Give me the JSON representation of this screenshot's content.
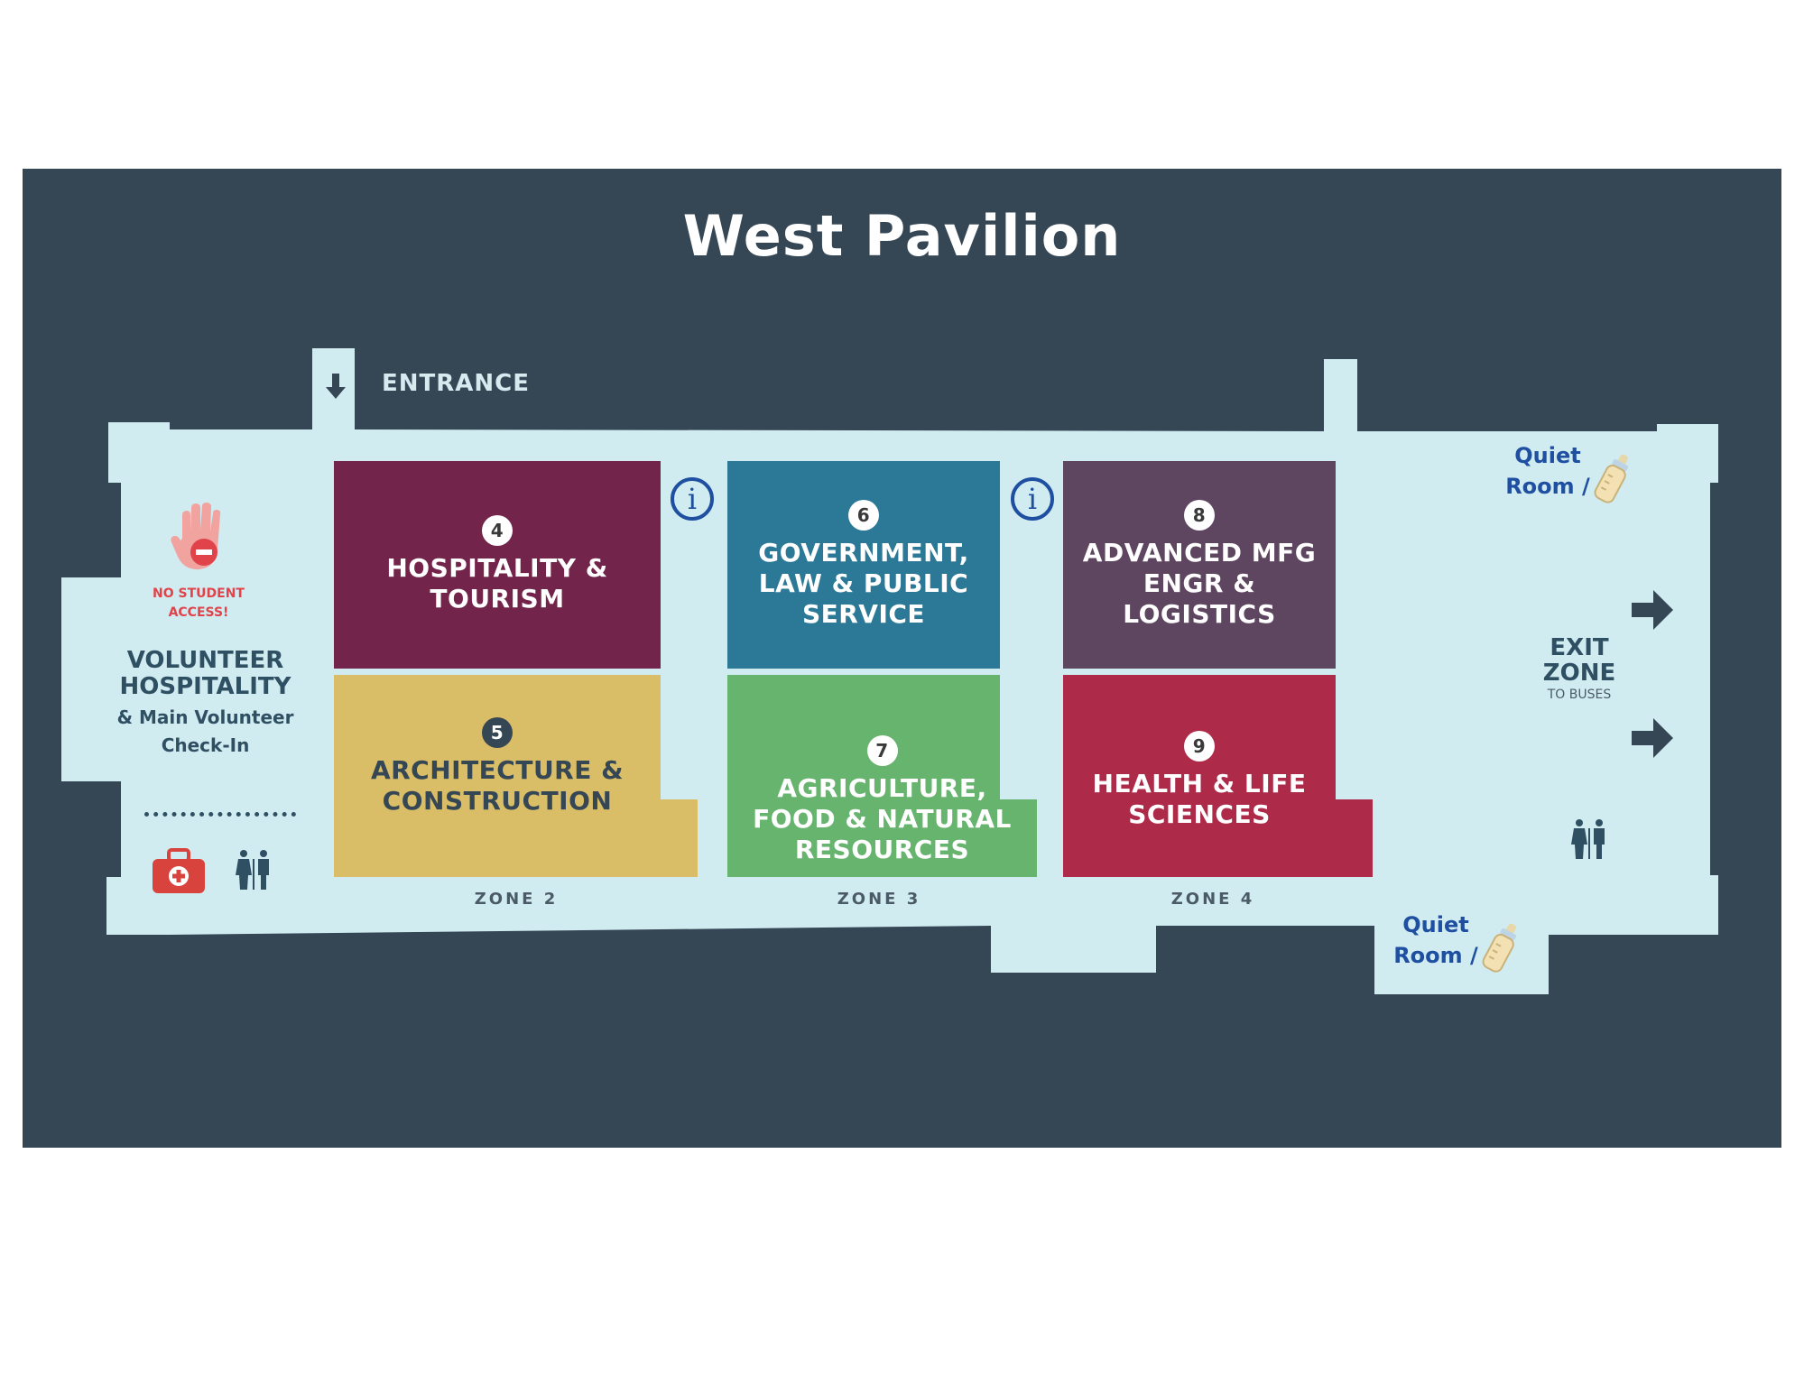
{
  "title": "West Pavilion",
  "entrance_label": "ENTRANCE",
  "no_access": {
    "line1": "NO STUDENT",
    "line2": "ACCESS!"
  },
  "volunteer": {
    "line1": "VOLUNTEER",
    "line2": "HOSPITALITY",
    "line3": "& Main Volunteer",
    "line4": "Check-In"
  },
  "clusters": [
    {
      "number": "4",
      "line1": "HOSPITALITY &",
      "line2": "TOURISM",
      "line3": "",
      "color": "#73244a"
    },
    {
      "number": "5",
      "line1": "ARCHITECTURE &",
      "line2": "CONSTRUCTION",
      "line3": "",
      "color": "#d9bd67"
    },
    {
      "number": "6",
      "line1": "GOVERNMENT,",
      "line2": "LAW & PUBLIC",
      "line3": "SERVICE",
      "color": "#2b7897"
    },
    {
      "number": "7",
      "line1": "AGRICULTURE,",
      "line2": "FOOD & NATURAL",
      "line3": "RESOURCES",
      "color": "#67b46f"
    },
    {
      "number": "8",
      "line1": "ADVANCED MFG",
      "line2": "ENGR &",
      "line3": "LOGISTICS",
      "color": "#5e4560"
    },
    {
      "number": "9",
      "line1": "HEALTH & LIFE",
      "line2": "SCIENCES",
      "line3": "",
      "color": "#ae2a49"
    }
  ],
  "zones": [
    "ZONE 2",
    "ZONE 3",
    "ZONE 4"
  ],
  "info_symbol": "i",
  "exit": {
    "line1": "EXIT",
    "line2": "ZONE",
    "line3": "TO BUSES"
  },
  "quiet_rooms": [
    {
      "line1": "Quiet",
      "line2": "Room /"
    },
    {
      "line1": "Quiet",
      "line2": "Room /"
    }
  ],
  "icons": {
    "no_access": "stop-hand-icon",
    "first_aid": "first-aid-kit-icon",
    "restroom": "restroom-icon",
    "exit_arrow": "arrow-right-icon",
    "entrance_arrow": "arrow-down-icon",
    "info": "info-icon",
    "baby_bottle": "baby-bottle-icon"
  },
  "colors": {
    "background": "#354654",
    "floor": "#d1ecf1",
    "accent_blue": "#1f4fa0",
    "label_dark": "#2f5063",
    "warning_red": "#e0434a"
  }
}
